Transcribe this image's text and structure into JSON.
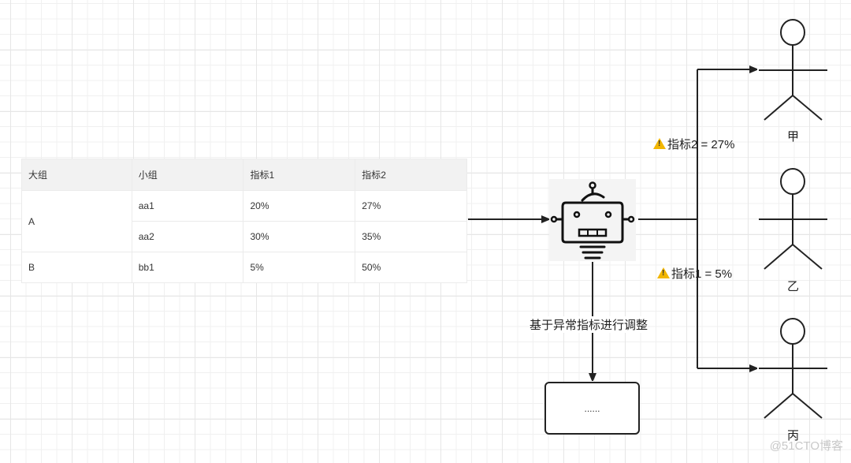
{
  "table": {
    "headers": [
      "大组",
      "小组",
      "指标1",
      "指标2"
    ],
    "rows": [
      {
        "group": "A",
        "subgroup": "aa1",
        "metric1": "20%",
        "metric2": "27%"
      },
      {
        "group": "A",
        "subgroup": "aa2",
        "metric1": "30%",
        "metric2": "35%"
      },
      {
        "group": "B",
        "subgroup": "bb1",
        "metric1": "5%",
        "metric2": "50%"
      }
    ]
  },
  "robot": {
    "icon": "robot-icon"
  },
  "edge_labels": {
    "alert_top": "指标2 = 27%",
    "alert_bottom": "指标1 = 5%",
    "adjust": "基于异常指标进行调整"
  },
  "actors": [
    {
      "name": "甲"
    },
    {
      "name": "乙"
    },
    {
      "name": "丙"
    }
  ],
  "result_box": {
    "label": "......"
  },
  "watermark": "@51CTO博客",
  "colors": {
    "line": "#222222",
    "warning": "#f2b600",
    "table_header_bg": "#f2f2f2"
  }
}
